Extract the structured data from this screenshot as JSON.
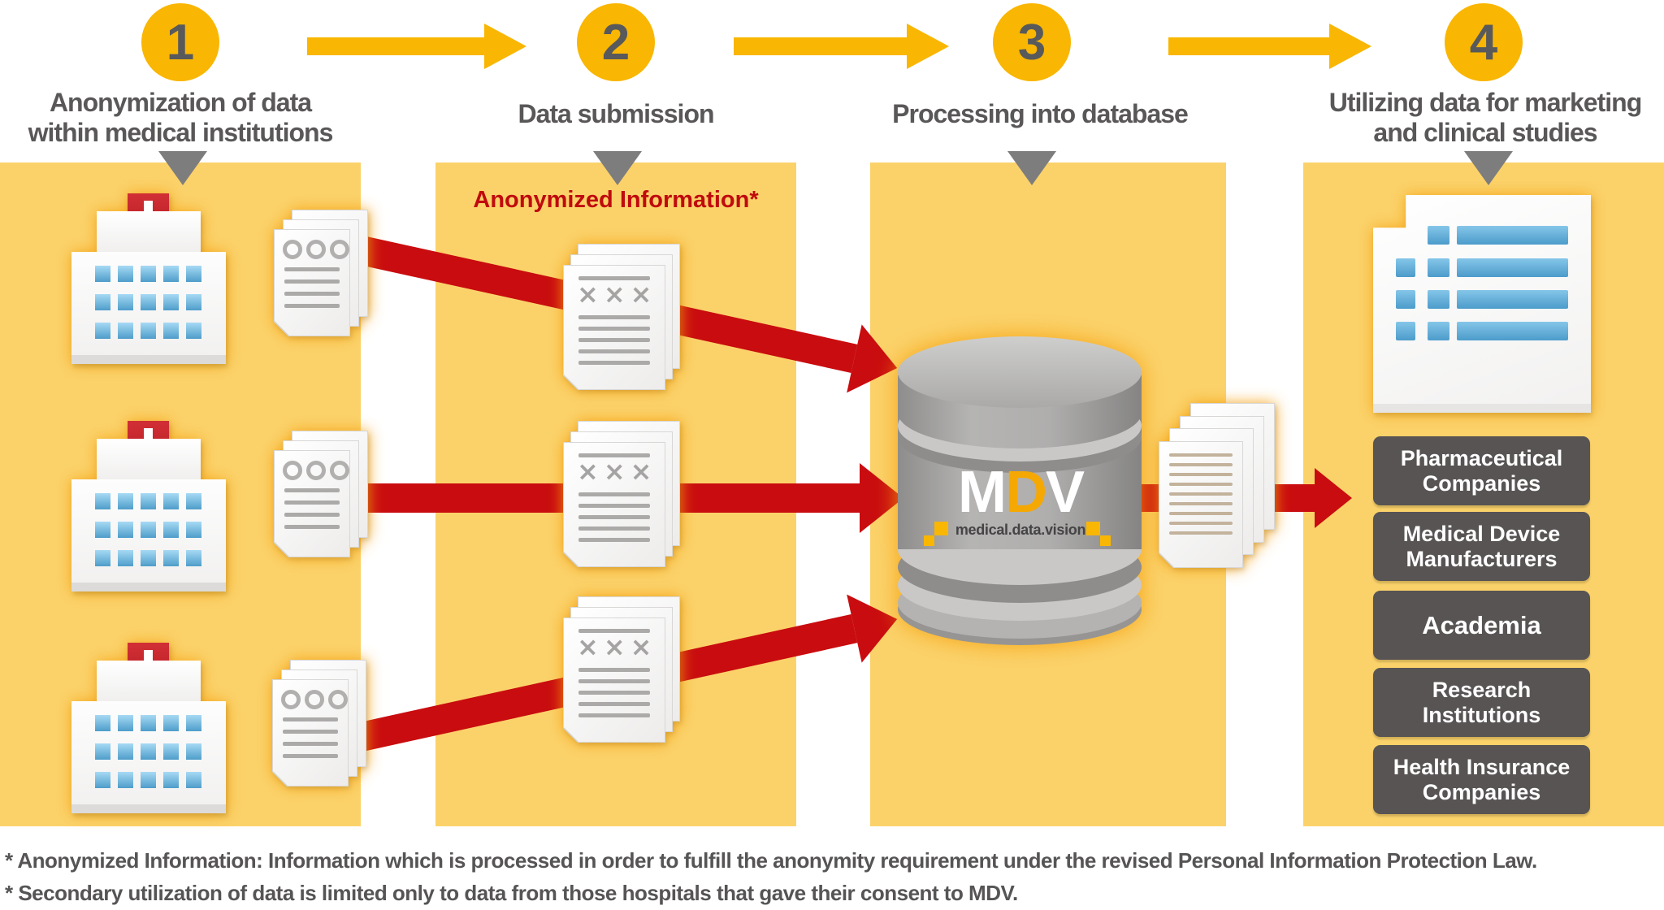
{
  "colors": {
    "gold": "#F9B602",
    "panel": "#FBD26A",
    "red": "#C90C0F",
    "red-text": "#C00A0E",
    "dark": "#595757",
    "boxgray": "#575453",
    "tri": "#7E7D7D",
    "linegray": "#ABAAA9"
  },
  "steps": [
    {
      "number": "1",
      "label": "Anonymization of data\nwithin medical institutions"
    },
    {
      "number": "2",
      "label": "Data submission"
    },
    {
      "number": "3",
      "label": "Processing into database"
    },
    {
      "number": "4",
      "label": "Utilizing data for marketing\nand clinical studies"
    }
  ],
  "panel2": {
    "note": "Anonymized Information*"
  },
  "database": {
    "logo_m": "M",
    "logo_d": "D",
    "logo_v": "V",
    "tagline": "medical.data.vision"
  },
  "doc_marks": {
    "xxx": "×××"
  },
  "destinations": [
    "Pharmaceutical\nCompanies",
    "Medical Device\nManufacturers",
    "Academia",
    "Research\nInstitutions",
    "Health Insurance\nCompanies"
  ],
  "footnotes": [
    "* Anonymized Information: Information which is processed in order to fulfill the anonymity requirement under the revised Personal Information Protection Law.",
    "* Secondary utilization of data is limited only to data from those hospitals that gave their consent to MDV."
  ]
}
